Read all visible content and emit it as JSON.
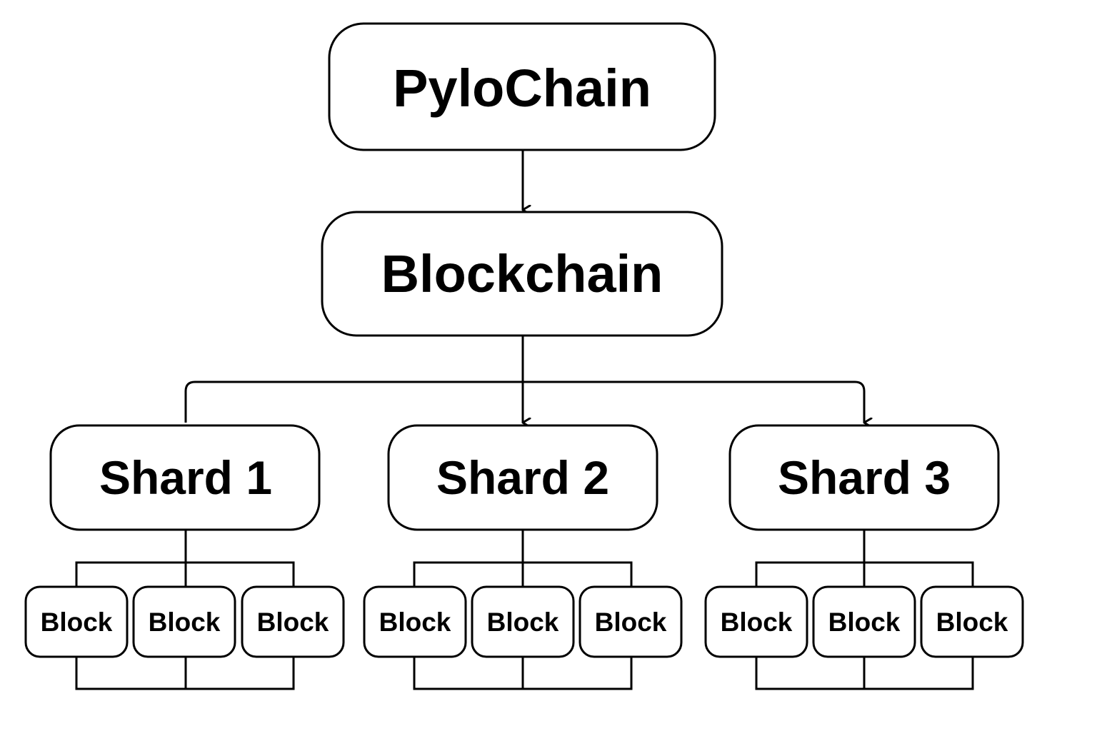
{
  "diagram": {
    "root": "PyloChain",
    "chain": "Blockchain",
    "shards": [
      {
        "label": "Shard 1",
        "blocks": [
          "Block",
          "Block",
          "Block"
        ]
      },
      {
        "label": "Shard 2",
        "blocks": [
          "Block",
          "Block",
          "Block"
        ]
      },
      {
        "label": "Shard 3",
        "blocks": [
          "Block",
          "Block",
          "Block"
        ]
      }
    ]
  }
}
